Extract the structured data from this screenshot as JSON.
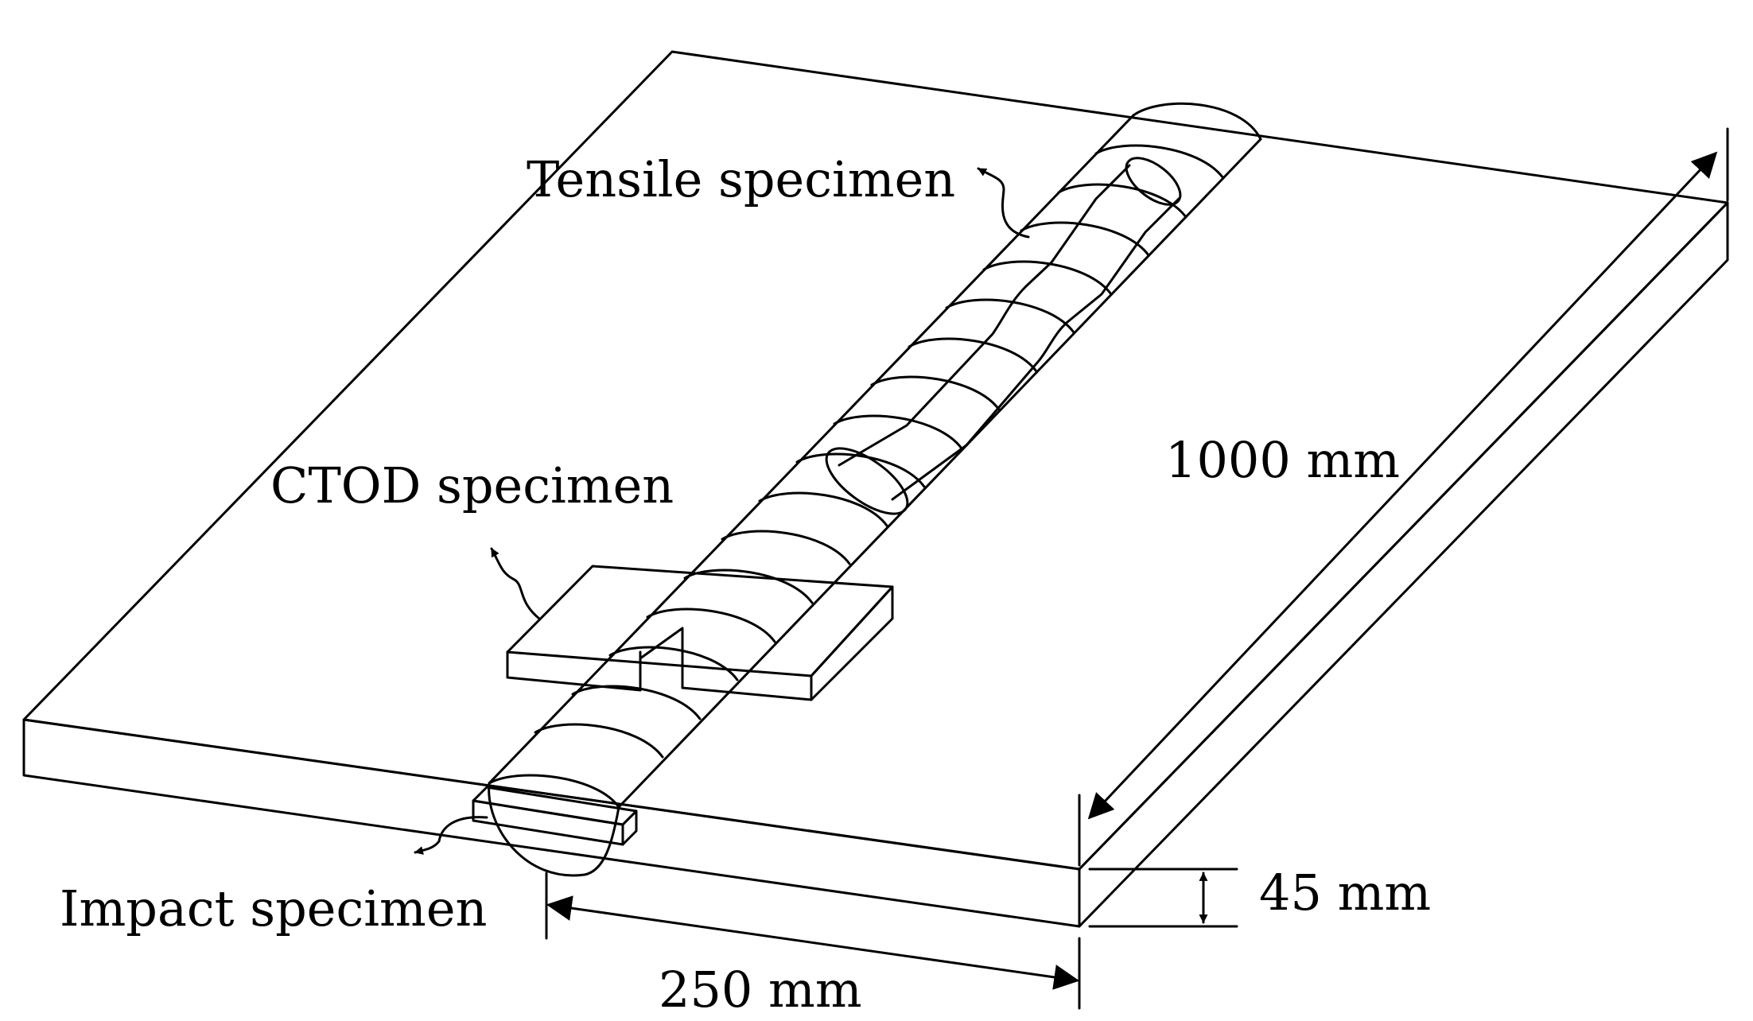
{
  "labels": {
    "tensile": "Tensile specimen",
    "ctod": "CTOD specimen",
    "impact": "Impact specimen",
    "length": "1000 mm",
    "thickness": "45 mm",
    "width": "250 mm"
  },
  "colors": {
    "line": "#000000",
    "background": "#ffffff"
  }
}
